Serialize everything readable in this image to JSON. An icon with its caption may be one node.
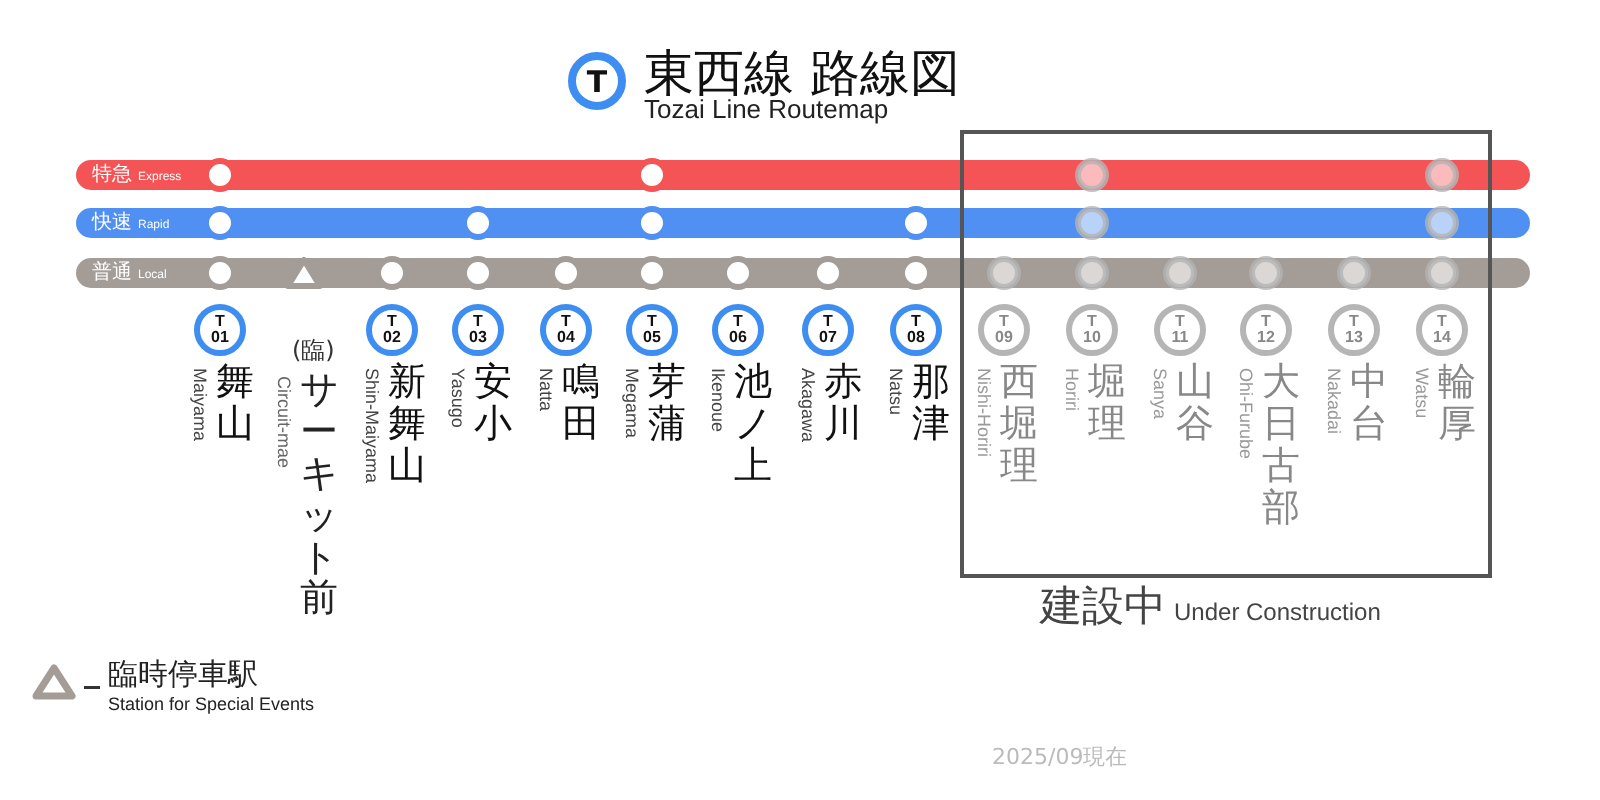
{
  "diagram": {
    "title": "東西線 路線図",
    "nodes": [
      {
        "text": [
          "T"
        ]
      },
      {
        "text": [
          "特急",
          "Express"
        ]
      },
      {
        "text": [
          "快速",
          "Rapid"
        ]
      },
      {
        "text": [
          "普通",
          "Local"
        ]
      },
      {
        "text": [
          "建設中",
          "Under Construction"
        ]
      },
      {
        "text": [
          "T 01"
        ],
        "beside": [
          "舞山",
          "Maiyama"
        ]
      },
      {
        "text": [
          "T 02"
        ],
        "beside": [
          "新舞山",
          "Shin-Maiyama"
        ]
      },
      {
        "text": [
          "T 03"
        ],
        "beside": [
          "安小",
          "Yasugo"
        ]
      },
      {
        "text": [
          "T 04"
        ],
        "beside": [
          "鳴田",
          "Natta"
        ]
      },
      {
        "text": [
          "T 05"
        ],
        "beside": [
          "芽蒲",
          "Megama"
        ]
      },
      {
        "text": [
          "T 06"
        ],
        "beside": [
          "池ノ上",
          "Ikenoue"
        ]
      },
      {
        "text": [
          "T 07"
        ],
        "beside": [
          "赤川",
          "Akagawa"
        ]
      },
      {
        "text": [
          "T 08"
        ],
        "beside": [
          "那津",
          "Natsu"
        ]
      },
      {
        "text": [
          "T 09"
        ],
        "beside": [
          "西堀理",
          "Nishi-Horiri"
        ],
        "in": 4
      },
      {
        "text": [
          "T 10"
        ],
        "beside": [
          "堀理",
          "Horiri"
        ],
        "in": 4
      },
      {
        "text": [
          "T 11"
        ],
        "beside": [
          "山谷",
          "Sanya"
        ],
        "in": 4
      },
      {
        "text": [
          "T 12"
        ],
        "beside": [
          "大日古部",
          "Ohi-Furube"
        ],
        "in": 4
      },
      {
        "text": [
          "T 13"
        ],
        "beside": [
          "中台",
          "Nakadai"
        ],
        "in": 4
      },
      {
        "text": [
          "T 14"
        ],
        "beside": [
          "輪厚",
          "Watsu"
        ],
        "in": 4
      }
    ],
    "labels": [
      "Tozai Line Routemap",
      "(臨)",
      "サーキット前",
      "Circuit-mae",
      "Station for Special Events",
      "2025/09現在"
    ],
    "legend": [
      {
        "text": "臨時停車駅"
      }
    ]
  }
}
